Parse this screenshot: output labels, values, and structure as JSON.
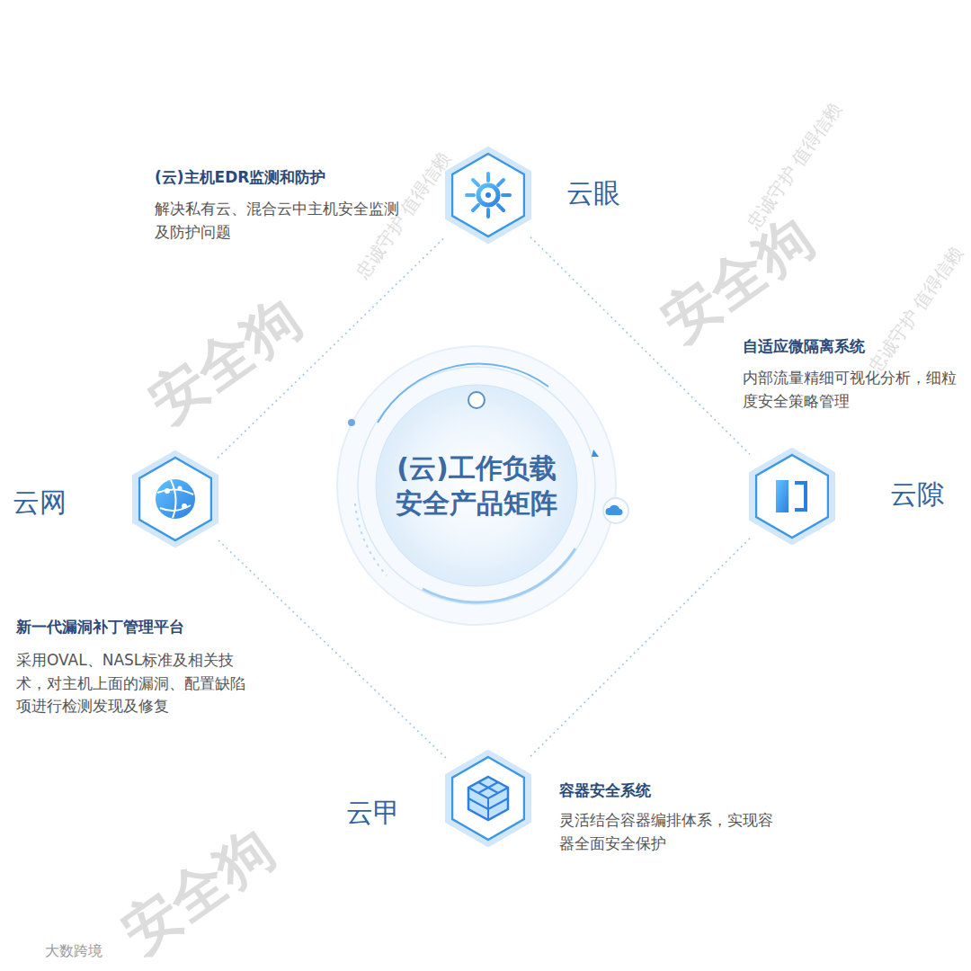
{
  "diagram": {
    "nodes": [
      {
        "text": [
          "云眼"
        ]
      },
      {
        "text": [
          "云网"
        ]
      },
      {
        "text": [
          "(云)工作负载 安全产品矩阵"
        ]
      },
      {
        "text": [
          "云隙"
        ]
      },
      {
        "text": [
          "云甲"
        ]
      }
    ],
    "edges": [
      {
        "from": 0,
        "to": 3,
        "arrow": "none"
      },
      {
        "from": 3,
        "to": 4,
        "arrow": "none"
      },
      {
        "from": 4,
        "to": 1,
        "arrow": "none"
      },
      {
        "from": 1,
        "to": 0,
        "arrow": "none"
      }
    ],
    "labels": [
      "(云)主机EDR监测和防护",
      "解决私有云、混合云中主机安全监测及防护问题",
      "自适应微隔离系统",
      "内部流量精细可视化分析，细粒度安全策略管理",
      "新一代漏洞补丁管理平台",
      "采用OVAL、NASL标准及相关技术，对主机上面的漏洞、配置缺陷项进行检测发现及修复",
      "容器安全系统",
      "灵活结合容器编排体系，实现容器全面安全保护",
      "安全狗",
      "忠诚守护 值得信赖",
      "安全狗",
      "忠诚守护 值得信赖",
      "安全狗",
      "忠诚守护 值得信赖",
      "大数跨境"
    ]
  }
}
